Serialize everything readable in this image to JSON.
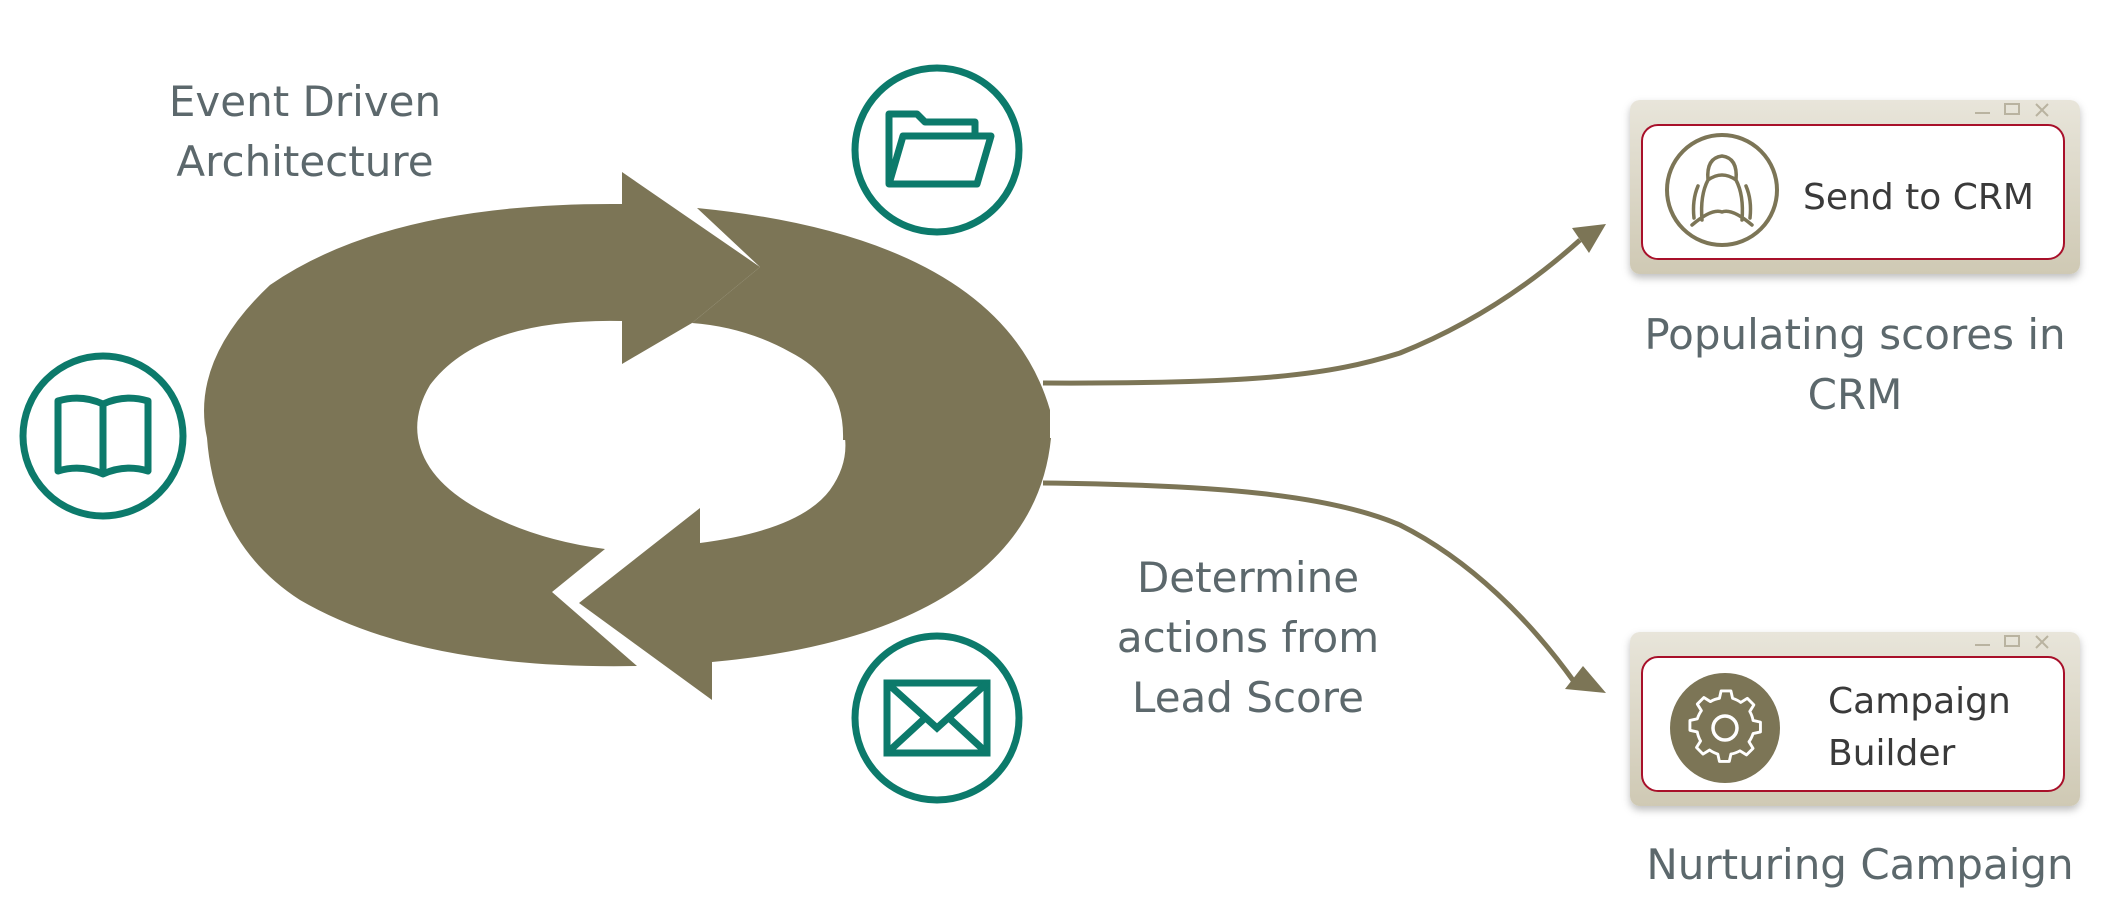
{
  "labels": {
    "event_driven": [
      "Event Driven",
      "Architecture"
    ],
    "determine": [
      "Determine",
      "actions from",
      "Lead Score"
    ],
    "populating": [
      "Populating scores in",
      "CRM"
    ],
    "nurturing": [
      "Nurturing Campaign"
    ]
  },
  "windows": {
    "crm": {
      "label": [
        "Send to CRM"
      ],
      "icon": "person-icon"
    },
    "campaign": {
      "label": [
        "Campaign",
        "Builder"
      ],
      "icon": "gear-icon"
    }
  },
  "icons": {
    "left": "book-icon",
    "top": "folder-icon",
    "bottom": "envelope-icon"
  },
  "colors": {
    "cycle": "#7c7556",
    "teal": "#0c7a6b",
    "window_border": "#a8102a",
    "text": "#5c686c"
  }
}
